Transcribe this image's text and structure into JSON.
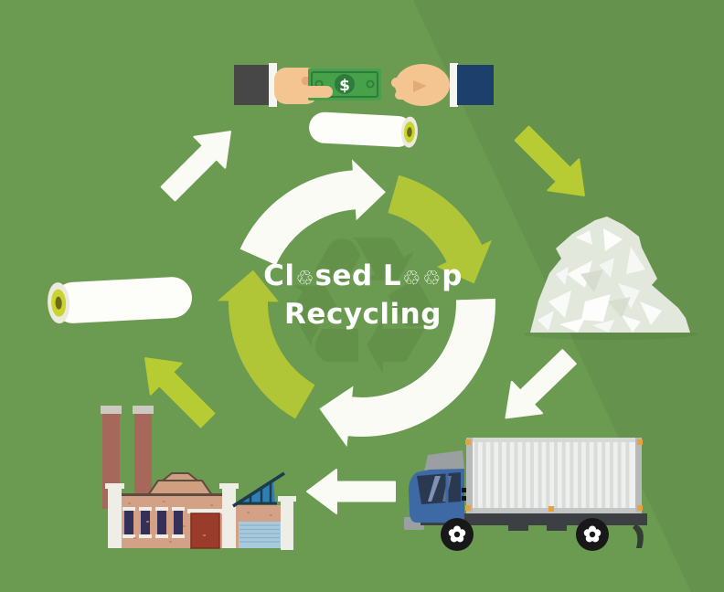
{
  "title": {
    "line1": {
      "t0": "Cl",
      "o1": "♲",
      "t1": "sed L",
      "o2": "♲",
      "o3": "♲",
      "t2": "p"
    },
    "line2": "Recycling"
  },
  "watermark_symbol": "♻",
  "money": {
    "currency_symbol": "$"
  },
  "colors": {
    "background": "#6b9a51",
    "arrow_white": "#fbfbf6",
    "ring_green": "#b0c636",
    "arrow_green": "#b7cc32",
    "watermark_green": "#5d8a43",
    "bill_green": "#46a14a",
    "bill_dark": "#2d7c39",
    "skin": "#f4c591",
    "skin_shadow": "#e2ab76",
    "sleeve_left": "#474747",
    "sleeve_right": "#1d3f6c",
    "cuff_white": "#f6f6f1",
    "roll_white": "#fdfdf9",
    "roll_face": "#eceade",
    "roll_ring": "#c9d52f",
    "roll_core": "#6b6a15",
    "bale_base": "#e3e8dc",
    "bale_shard": "#ffffff",
    "truck_cab_blue": "#3d69a5",
    "truck_glass": "#2b3950",
    "truck_gray": "#9aa0a2",
    "truck_chassis": "#3d4043",
    "container_white": "#eef0ee",
    "container_frame": "#b6bab8",
    "corner_fitting_orange": "#e8a23c",
    "tire_black": "#181818",
    "factory_wall_tan": "#d3a185",
    "factory_trim_white": "#efeee6",
    "chimney_brown": "#a5685a",
    "chimney_cap_gray": "#ccc9c0",
    "door_red": "#9a3b2b",
    "window_dark": "#35305a",
    "glass_blue": "#2f7fb5",
    "glass_frame": "#1e3a4d",
    "roller_blue": "#a9cadd"
  }
}
